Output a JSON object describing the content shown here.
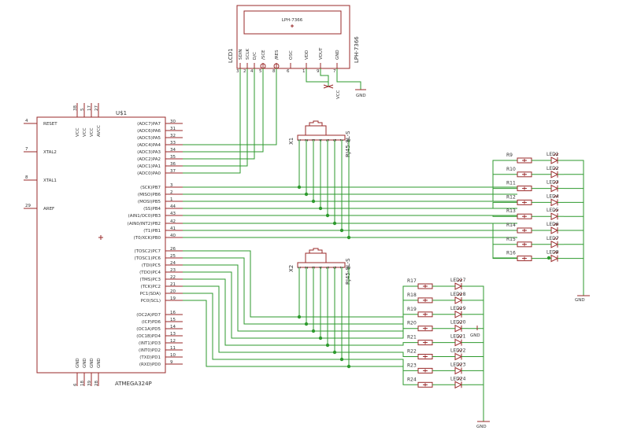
{
  "mcu": {
    "name": "U$1",
    "value": "ATMEGA324P",
    "left_pins": [
      {
        "num": "4",
        "name": "RESET"
      },
      {
        "num": "7",
        "name": "XTAL2"
      },
      {
        "num": "8",
        "name": "XTAL1"
      },
      {
        "num": "29",
        "name": "AREF"
      }
    ],
    "top_pins": [
      {
        "num": "38",
        "name": "VCC"
      },
      {
        "num": "5",
        "name": "VCC"
      },
      {
        "num": "17",
        "name": "VCC"
      },
      {
        "num": "27",
        "name": "AVCC"
      }
    ],
    "bottom_pins": [
      {
        "num": "6",
        "name": "GND"
      },
      {
        "num": "18",
        "name": "GND"
      },
      {
        "num": "39",
        "name": "GND"
      },
      {
        "num": "28",
        "name": "GND"
      }
    ],
    "right_pins": [
      {
        "num": "30",
        "name": "(ADC7)PA7"
      },
      {
        "num": "31",
        "name": "(ADC6)PA6"
      },
      {
        "num": "32",
        "name": "(ADC5)PA5"
      },
      {
        "num": "33",
        "name": "(ADC4)PA4"
      },
      {
        "num": "34",
        "name": "(ADC3)PA3"
      },
      {
        "num": "35",
        "name": "(ADC2)PA2"
      },
      {
        "num": "36",
        "name": "(ADC1)PA1"
      },
      {
        "num": "37",
        "name": "(ADC0)PA0"
      },
      {
        "num": "3",
        "name": "(SCK)PB7"
      },
      {
        "num": "2",
        "name": "(MISO)PB6"
      },
      {
        "num": "1",
        "name": "(MOSI)PB5"
      },
      {
        "num": "44",
        "name": "(SS)PB4"
      },
      {
        "num": "43",
        "name": "(AIN1/OC0)PB3"
      },
      {
        "num": "42",
        "name": "(AIN0/INT2)PB2"
      },
      {
        "num": "41",
        "name": "(T1)PB1"
      },
      {
        "num": "40",
        "name": "(T0/XCK)PB0"
      },
      {
        "num": "26",
        "name": "(TOSC2)PC7"
      },
      {
        "num": "25",
        "name": "(TOSC1)PC6"
      },
      {
        "num": "24",
        "name": "(TDI)PC5"
      },
      {
        "num": "23",
        "name": "(TDO)PC4"
      },
      {
        "num": "22",
        "name": "(TMS)PC3"
      },
      {
        "num": "21",
        "name": "(TCK)PC2"
      },
      {
        "num": "20",
        "name": "PC1(SDA)"
      },
      {
        "num": "19",
        "name": "PC0(SCL)"
      },
      {
        "num": "16",
        "name": "(OC2A)PD7"
      },
      {
        "num": "15",
        "name": "(ICP)PD6"
      },
      {
        "num": "14",
        "name": "(OC1A)PD5"
      },
      {
        "num": "13",
        "name": "(OC1B)PD4"
      },
      {
        "num": "12",
        "name": "(INT1)PD3"
      },
      {
        "num": "11",
        "name": "(INT0)PD2"
      },
      {
        "num": "10",
        "name": "(TXD)PD1"
      },
      {
        "num": "9",
        "name": "(RXD)PD0"
      }
    ]
  },
  "lcd": {
    "name": "LCD1",
    "value": "LPH-7366",
    "screen_text": "LPH-7366",
    "pins": [
      {
        "num": "3",
        "name": "SDIN"
      },
      {
        "num": "2",
        "name": "SCLK"
      },
      {
        "num": "4",
        "name": "D/C"
      },
      {
        "num": "5",
        "name": "/SCE"
      },
      {
        "num": "8",
        "name": "/RES"
      },
      {
        "num": "6",
        "name": "OSC"
      },
      {
        "num": "1",
        "name": "VDD"
      },
      {
        "num": "9",
        "name": "VOUT"
      },
      {
        "num": "7",
        "name": "GND"
      }
    ]
  },
  "supply": {
    "vcc": "VCC",
    "gnd": "GND"
  },
  "connectors": [
    {
      "name": "X1",
      "value": "RJ45-8L-S",
      "pins": [
        "1",
        "2",
        "3",
        "4",
        "5",
        "6",
        "7",
        "8"
      ]
    },
    {
      "name": "X2",
      "value": "RJ45-8L-S",
      "pins": [
        "1",
        "2",
        "3",
        "4",
        "5",
        "6",
        "7",
        "8"
      ]
    }
  ],
  "resistors_top": [
    "R9",
    "R10",
    "R11",
    "R12",
    "R13",
    "R14",
    "R15",
    "R16"
  ],
  "leds_top": [
    "LED1",
    "LED2",
    "LED3",
    "LED4",
    "LED5",
    "LED6",
    "LED7",
    "LED8"
  ],
  "resistors_bottom": [
    "R17",
    "R18",
    "R19",
    "R20",
    "R21",
    "R22",
    "R23",
    "R24"
  ],
  "leds_bottom": [
    "LED17",
    "LED18",
    "LED19",
    "LED20",
    "LED21",
    "LED22",
    "LED23",
    "LED24"
  ]
}
